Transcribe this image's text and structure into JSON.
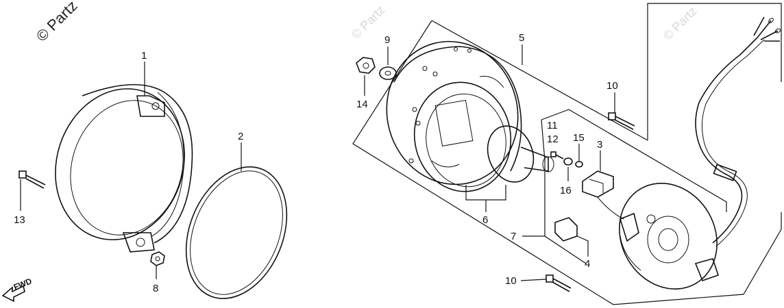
{
  "watermark": "© Partz",
  "watermark_faint": "© Partz",
  "fwd_label": "FWD",
  "colors": {
    "line": "#111111",
    "background": "#ffffff",
    "watermark_faint": "#d8d8d8"
  },
  "callouts": [
    {
      "id": "c1",
      "label": "1"
    },
    {
      "id": "c2",
      "label": "2"
    },
    {
      "id": "c3",
      "label": "3"
    },
    {
      "id": "c4",
      "label": "4"
    },
    {
      "id": "c5",
      "label": "5"
    },
    {
      "id": "c6",
      "label": "6"
    },
    {
      "id": "c7",
      "label": "7"
    },
    {
      "id": "c8",
      "label": "8"
    },
    {
      "id": "c9",
      "label": "9"
    },
    {
      "id": "c10a",
      "label": "10"
    },
    {
      "id": "c10b",
      "label": "10"
    },
    {
      "id": "c11",
      "label": "11"
    },
    {
      "id": "c12",
      "label": "12"
    },
    {
      "id": "c13",
      "label": "13"
    },
    {
      "id": "c14",
      "label": "14"
    },
    {
      "id": "c15",
      "label": "15"
    },
    {
      "id": "c16",
      "label": "16"
    }
  ]
}
